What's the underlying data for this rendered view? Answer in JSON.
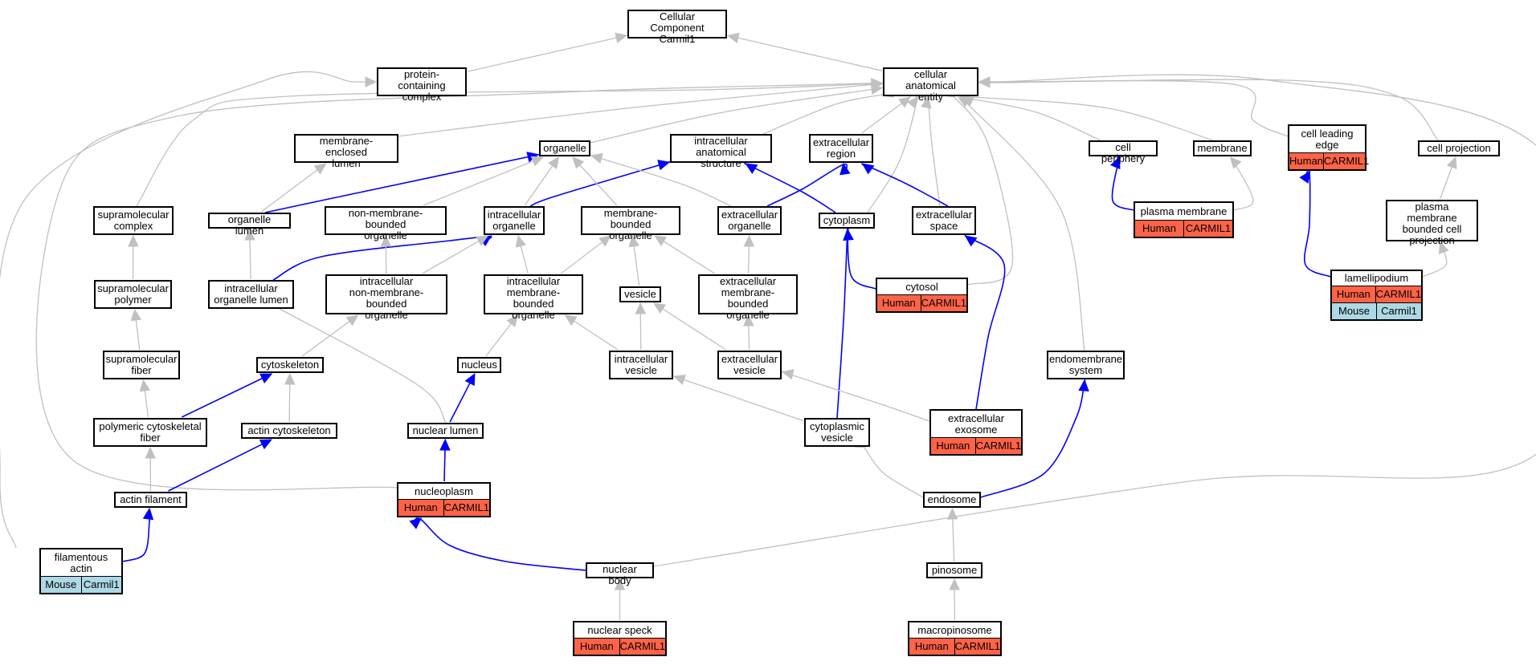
{
  "colors": {
    "edge_gray": "#c0c0c0",
    "edge_blue": "#0000ff",
    "human_bg": "#ff6347",
    "mouse_bg": "#add8e6"
  },
  "nodes": {
    "cc": {
      "label": "Cellular Component\nCarmil1"
    },
    "cae": {
      "label": "cellular anatomical\nentity"
    },
    "pcc": {
      "label": "protein-containing\ncomplex"
    },
    "mel": {
      "label": "membrane-enclosed\nlumen"
    },
    "organelle": {
      "label": "organelle"
    },
    "ias": {
      "label": "intracellular\nanatomical structure"
    },
    "er": {
      "label": "extracellular\nregion"
    },
    "cp": {
      "label": "cell periphery"
    },
    "membrane": {
      "label": "membrane"
    },
    "cle": {
      "label": "cell leading\nedge",
      "annotations": [
        {
          "species": "Human",
          "gene": "CARMIL1"
        }
      ]
    },
    "cproj": {
      "label": "cell projection"
    },
    "smc": {
      "label": "supramolecular\ncomplex"
    },
    "ol": {
      "label": "organelle lumen"
    },
    "nmbo": {
      "label": "non-membrane-bounded\norganelle"
    },
    "io": {
      "label": "intracellular\norganelle"
    },
    "mbo": {
      "label": "membrane-bounded\norganelle"
    },
    "eo": {
      "label": "extracellular\norganelle"
    },
    "cytoplasm": {
      "label": "cytoplasm"
    },
    "es": {
      "label": "extracellular\nspace"
    },
    "pm": {
      "label": "plasma membrane",
      "annotations": [
        {
          "species": "Human",
          "gene": "CARMIL1"
        }
      ]
    },
    "pmbcp": {
      "label": "plasma membrane\nbounded cell\nprojection"
    },
    "smp": {
      "label": "supramolecular\npolymer"
    },
    "iol": {
      "label": "intracellular\norganelle lumen"
    },
    "inmbo": {
      "label": "intracellular\nnon-membrane-bounded\norganelle"
    },
    "imbo": {
      "label": "intracellular\nmembrane-bounded\norganelle"
    },
    "vesicle": {
      "label": "vesicle"
    },
    "embo": {
      "label": "extracellular\nmembrane-bounded\norganelle"
    },
    "cytosol": {
      "label": "cytosol",
      "annotations": [
        {
          "species": "Human",
          "gene": "CARMIL1"
        }
      ]
    },
    "lamel": {
      "label": "lamellipodium",
      "annotations": [
        {
          "species": "Human",
          "gene": "CARMIL1"
        },
        {
          "species": "Mouse",
          "gene": "Carmil1"
        }
      ]
    },
    "smf": {
      "label": "supramolecular\nfiber"
    },
    "cytoskel": {
      "label": "cytoskeleton"
    },
    "nucleus": {
      "label": "nucleus"
    },
    "iv": {
      "label": "intracellular\nvesicle"
    },
    "ev": {
      "label": "extracellular\nvesicle"
    },
    "ems": {
      "label": "endomembrane\nsystem"
    },
    "pcf": {
      "label": "polymeric cytoskeletal\nfiber"
    },
    "acs": {
      "label": "actin cytoskeleton"
    },
    "nl": {
      "label": "nuclear lumen"
    },
    "cv": {
      "label": "cytoplasmic\nvesicle"
    },
    "exo": {
      "label": "extracellular\nexosome",
      "annotations": [
        {
          "species": "Human",
          "gene": "CARMIL1"
        }
      ]
    },
    "af": {
      "label": "actin filament"
    },
    "np": {
      "label": "nucleoplasm",
      "annotations": [
        {
          "species": "Human",
          "gene": "CARMIL1"
        }
      ]
    },
    "endosome": {
      "label": "endosome"
    },
    "fa": {
      "label": "filamentous\nactin",
      "annotations": [
        {
          "species": "Mouse",
          "gene": "Carmil1"
        }
      ]
    },
    "nb": {
      "label": "nuclear body"
    },
    "pinosome": {
      "label": "pinosome"
    },
    "ns": {
      "label": "nuclear speck",
      "annotations": [
        {
          "species": "Human",
          "gene": "CARMIL1"
        }
      ]
    },
    "mp": {
      "label": "macropinosome",
      "annotations": [
        {
          "species": "Human",
          "gene": "CARMIL1"
        }
      ]
    }
  },
  "edges": [
    {
      "from": "cae",
      "to": "cc",
      "kind": "gray"
    },
    {
      "from": "pcc",
      "to": "cc",
      "kind": "gray"
    },
    {
      "from": "mel",
      "to": "cae",
      "kind": "gray"
    },
    {
      "from": "organelle",
      "to": "cae",
      "kind": "gray"
    },
    {
      "from": "ias",
      "to": "cae",
      "kind": "gray"
    },
    {
      "from": "er",
      "to": "cae",
      "kind": "gray"
    },
    {
      "from": "cp",
      "to": "cae",
      "kind": "gray"
    },
    {
      "from": "membrane",
      "to": "cae",
      "kind": "gray"
    },
    {
      "from": "cle",
      "to": "cae",
      "kind": "gray"
    },
    {
      "from": "cproj",
      "to": "cae",
      "kind": "gray"
    },
    {
      "from": "smc",
      "to": "cae",
      "kind": "gray"
    },
    {
      "from": "cytoplasm",
      "to": "cae",
      "kind": "gray"
    },
    {
      "from": "es",
      "to": "cae",
      "kind": "gray"
    },
    {
      "from": "cytosol",
      "to": "cae",
      "kind": "gray"
    },
    {
      "from": "ems",
      "to": "cae",
      "kind": "gray"
    },
    {
      "from": "np",
      "to": "cae",
      "kind": "gray"
    },
    {
      "from": "nb",
      "to": "cae",
      "kind": "gray"
    },
    {
      "from": "fa",
      "to": "pcc",
      "kind": "gray"
    },
    {
      "from": "ol",
      "to": "mel",
      "kind": "gray"
    },
    {
      "from": "ol",
      "to": "organelle",
      "kind": "blue"
    },
    {
      "from": "nmbo",
      "to": "organelle",
      "kind": "gray"
    },
    {
      "from": "io",
      "to": "organelle",
      "kind": "gray"
    },
    {
      "from": "io",
      "to": "ias",
      "kind": "blue"
    },
    {
      "from": "mbo",
      "to": "organelle",
      "kind": "gray"
    },
    {
      "from": "eo",
      "to": "organelle",
      "kind": "gray"
    },
    {
      "from": "eo",
      "to": "er",
      "kind": "blue"
    },
    {
      "from": "cytoplasm",
      "to": "ias",
      "kind": "blue"
    },
    {
      "from": "es",
      "to": "er",
      "kind": "blue"
    },
    {
      "from": "pm",
      "to": "cp",
      "kind": "blue"
    },
    {
      "from": "pm",
      "to": "membrane",
      "kind": "gray"
    },
    {
      "from": "pmbcp",
      "to": "cproj",
      "kind": "gray"
    },
    {
      "from": "smp",
      "to": "smc",
      "kind": "gray"
    },
    {
      "from": "iol",
      "to": "ol",
      "kind": "gray"
    },
    {
      "from": "iol",
      "to": "io",
      "kind": "blue"
    },
    {
      "from": "inmbo",
      "to": "nmbo",
      "kind": "gray"
    },
    {
      "from": "inmbo",
      "to": "io",
      "kind": "gray"
    },
    {
      "from": "imbo",
      "to": "io",
      "kind": "gray"
    },
    {
      "from": "imbo",
      "to": "mbo",
      "kind": "gray"
    },
    {
      "from": "vesicle",
      "to": "mbo",
      "kind": "gray"
    },
    {
      "from": "embo",
      "to": "mbo",
      "kind": "gray"
    },
    {
      "from": "embo",
      "to": "eo",
      "kind": "gray"
    },
    {
      "from": "cytosol",
      "to": "cytoplasm",
      "kind": "blue"
    },
    {
      "from": "lamel",
      "to": "cle",
      "kind": "blue"
    },
    {
      "from": "lamel",
      "to": "pmbcp",
      "kind": "gray"
    },
    {
      "from": "smf",
      "to": "smp",
      "kind": "gray"
    },
    {
      "from": "cytoskel",
      "to": "inmbo",
      "kind": "gray"
    },
    {
      "from": "nucleus",
      "to": "imbo",
      "kind": "gray"
    },
    {
      "from": "iv",
      "to": "imbo",
      "kind": "gray"
    },
    {
      "from": "iv",
      "to": "vesicle",
      "kind": "gray"
    },
    {
      "from": "ev",
      "to": "vesicle",
      "kind": "gray"
    },
    {
      "from": "ev",
      "to": "embo",
      "kind": "gray"
    },
    {
      "from": "pcf",
      "to": "smf",
      "kind": "gray"
    },
    {
      "from": "pcf",
      "to": "cytoskel",
      "kind": "blue"
    },
    {
      "from": "acs",
      "to": "cytoskel",
      "kind": "gray"
    },
    {
      "from": "nl",
      "to": "iol",
      "kind": "gray"
    },
    {
      "from": "nl",
      "to": "nucleus",
      "kind": "blue"
    },
    {
      "from": "cv",
      "to": "iv",
      "kind": "gray"
    },
    {
      "from": "cv",
      "to": "cytoplasm",
      "kind": "blue"
    },
    {
      "from": "exo",
      "to": "ev",
      "kind": "gray"
    },
    {
      "from": "exo",
      "to": "es",
      "kind": "blue"
    },
    {
      "from": "af",
      "to": "pcf",
      "kind": "gray"
    },
    {
      "from": "af",
      "to": "acs",
      "kind": "blue"
    },
    {
      "from": "np",
      "to": "nl",
      "kind": "blue"
    },
    {
      "from": "endosome",
      "to": "cv",
      "kind": "gray"
    },
    {
      "from": "endosome",
      "to": "ems",
      "kind": "blue"
    },
    {
      "from": "fa",
      "to": "af",
      "kind": "blue"
    },
    {
      "from": "nb",
      "to": "np",
      "kind": "blue"
    },
    {
      "from": "pinosome",
      "to": "endosome",
      "kind": "gray"
    },
    {
      "from": "ns",
      "to": "nb",
      "kind": "gray"
    },
    {
      "from": "mp",
      "to": "pinosome",
      "kind": "gray"
    }
  ]
}
